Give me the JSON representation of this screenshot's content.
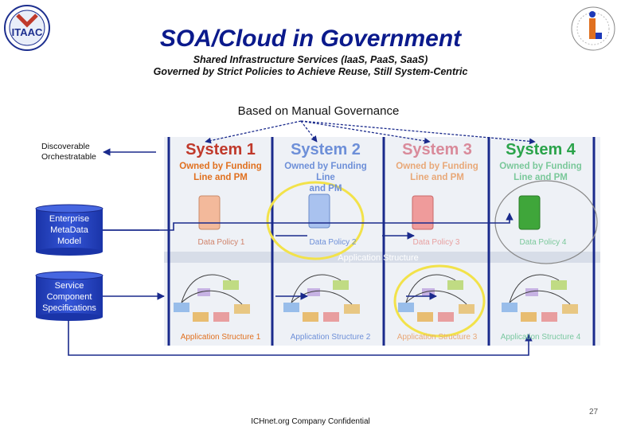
{
  "header": {
    "title": "SOA/Cloud in Government",
    "subtitle1": "Shared Infrastructure Services (IaaS, PaaS, SaaS)",
    "subtitle2": "Governed by Strict Policies to Achieve Reuse, Still System-Centric",
    "left_logo_text": "ITAAC"
  },
  "governance_label": "Based on Manual Governance",
  "left_labels": {
    "discoverable": "Discoverable",
    "orchestratable": "Orchestratable"
  },
  "cylinders": [
    {
      "lines": [
        "Enterprise",
        "MetaData",
        "Model"
      ]
    },
    {
      "lines": [
        "Service",
        "Component",
        "Specifications"
      ]
    }
  ],
  "systems": [
    {
      "name": "System 1",
      "owned1": "Owned by Funding",
      "owned2": "Line and PM",
      "data_policy": "Data Policy  1",
      "app_structure": "Application Structure 1",
      "color": "#c0392b"
    },
    {
      "name": "System 2",
      "owned1": "Owned by Funding Line",
      "owned2": "and PM",
      "data_policy": "Data Policy  2",
      "app_structure": "Application Structure 2",
      "color": "#3b6fd6"
    },
    {
      "name": "System 3",
      "owned1": "Owned by Funding",
      "owned2": "Line and PM",
      "data_policy": "Data Policy  3",
      "app_structure": "Application Structure 3",
      "color": "#cc3333"
    },
    {
      "name": "System 4",
      "owned1": "Owned by Funding",
      "owned2": "Line and PM",
      "data_policy": "Data Policy 4",
      "app_structure": "Application Structure 4",
      "color": "#1f9e2c"
    }
  ],
  "middle_band": "Application Structure",
  "footer": "ICHnet.org Company Confidential",
  "page_number": "27",
  "colors": {
    "title": "#0b1a8c",
    "orange": "#e0701f",
    "navy": "#1a2a8c",
    "panel": "#dfe5ee",
    "highlight": "#f2e24a",
    "cylinder": "#1d39b8"
  }
}
